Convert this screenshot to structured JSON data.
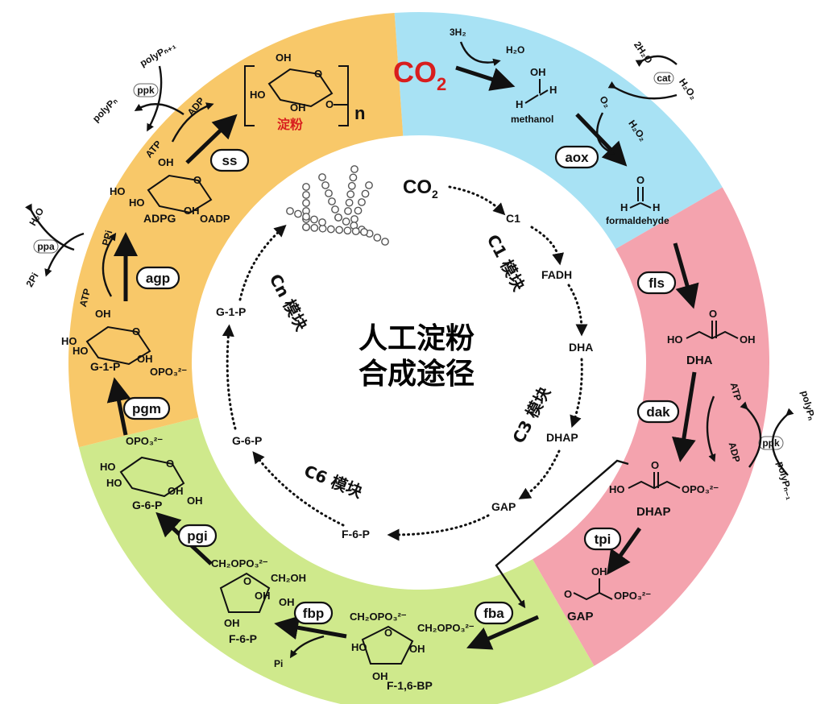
{
  "title": {
    "line1": "人工淀粉",
    "line2": "合成途径"
  },
  "colors": {
    "c1_segment": "#a8e2f4",
    "c3_segment": "#f4a3ae",
    "c6_segment": "#cfe98c",
    "cn_segment": "#f8c869",
    "co2_red": "#d81e1e",
    "ink": "#111111"
  },
  "inner_cycle": {
    "co2": "CO",
    "co2_sub": "2",
    "nodes": [
      "C1",
      "FADH",
      "DHA",
      "DHAP",
      "GAP",
      "F-6-P",
      "G-6-P",
      "G-1-P"
    ],
    "modules": {
      "c1": "C1 模块",
      "c3": "C3 模块",
      "c6": "C6 模块",
      "cn": "Cn 模块"
    }
  },
  "c1_module": {
    "co2": "CO",
    "co2_sub": "2",
    "h2_in": "3H₂",
    "h2o_out": "H₂O",
    "methanol": "methanol",
    "formaldehyde": "formaldehyde",
    "enzyme_aox": "aox",
    "enzyme_cat": "cat",
    "o2": "O₂",
    "h2o2_a": "H₂O₂",
    "h2o2_b": "H₂O₂",
    "h2o_2": "2H₂O",
    "atoms": {
      "oh": "OH",
      "h": "H",
      "o": "O"
    }
  },
  "c3_module": {
    "enzyme_fls": "fls",
    "enzyme_dak": "dak",
    "enzyme_tpi": "tpi",
    "enzyme_ppk": "ppk",
    "dha": "DHA",
    "dhap": "DHAP",
    "gap": "GAP",
    "atp": "ATP",
    "adp": "ADP",
    "polyp_n": "polyPₙ",
    "polyp_n1": "polyPₙ₋₁",
    "atoms": {
      "ho": "HO",
      "oh": "OH",
      "o": "O",
      "opo3": "OPO₃²⁻"
    }
  },
  "c6_module": {
    "enzyme_fba": "fba",
    "enzyme_fbp": "fbp",
    "enzyme_pgi": "pgi",
    "f16bp": "F-1,6-BP",
    "f6p": "F-6-P",
    "g6p": "G-6-P",
    "pi": "Pi",
    "atoms": {
      "ch2opo3": "CH₂OPO₃²⁻",
      "ch2oh": "CH₂OH",
      "oh": "OH",
      "ho": "HO",
      "o": "O",
      "opo3": "OPO₃²⁻"
    }
  },
  "cn_module": {
    "enzyme_pgm": "pgm",
    "enzyme_agp": "agp",
    "enzyme_ss": "ss",
    "enzyme_ppa": "ppa",
    "enzyme_ppk": "ppk",
    "g1p": "G-1-P",
    "adpg": "ADPG",
    "starch": "淀粉",
    "n": "n",
    "atp_a": "ATP",
    "atp_b": "ATP",
    "ppi": "PPi",
    "adp": "ADP",
    "h2o": "H₂O",
    "two_pi": "2Pi",
    "polyp_n": "polyPₙ",
    "polyp_n1": "polyPₙ₊₁",
    "atoms": {
      "oh": "OH",
      "ho": "HO",
      "o": "O",
      "opo3": "OPO₃²⁻",
      "oadp": "OADP"
    }
  }
}
